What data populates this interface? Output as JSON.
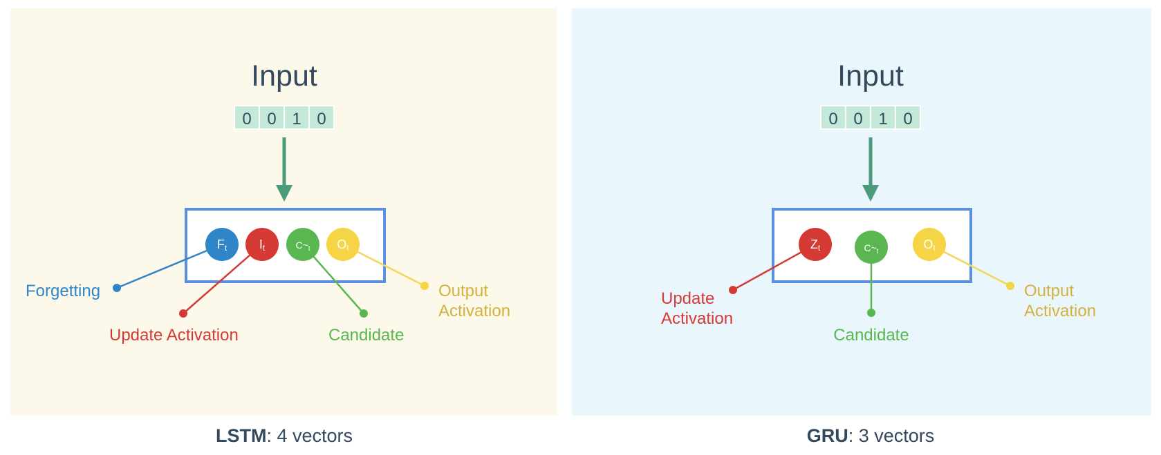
{
  "colors": {
    "lstm_bg": "#fcf9ea",
    "gru_bg": "#e9f7fc",
    "title": "#34495e",
    "cell_bg": "#c5e9d8",
    "arrow": "#4a9a7c",
    "box": "#5b8fe0",
    "blue": "#2e86c8",
    "red": "#d63a35",
    "green": "#5ab651",
    "yellow": "#f5d546",
    "yellow_text": "#d4b13f",
    "yellow_line": "#f2d75c"
  },
  "lstm": {
    "input_label": "Input",
    "input_vector": [
      "0",
      "0",
      "1",
      "0"
    ],
    "gates": [
      {
        "main": "F",
        "sub": "t",
        "color": "blue",
        "label_lines": [
          "Forgetting"
        ]
      },
      {
        "main": "I",
        "sub": "t",
        "color": "red",
        "label_lines": [
          "Update Activation"
        ]
      },
      {
        "main": "C~",
        "sub": "t",
        "color": "green",
        "label_lines": [
          "Candidate"
        ]
      },
      {
        "main": "O",
        "sub": "t",
        "color": "yellow",
        "label_lines": [
          "Output",
          "Activation"
        ]
      }
    ],
    "caption": {
      "bold": "LSTM",
      "rest": ": 4 vectors"
    }
  },
  "gru": {
    "input_label": "Input",
    "input_vector": [
      "0",
      "0",
      "1",
      "0"
    ],
    "gates": [
      {
        "main": "Z",
        "sub": "t",
        "color": "red",
        "label_lines": [
          "Update",
          "Activation"
        ]
      },
      {
        "main": "C~",
        "sub": "t",
        "color": "green",
        "label_lines": [
          "Candidate"
        ]
      },
      {
        "main": "O",
        "sub": "t",
        "color": "yellow",
        "label_lines": [
          "Output",
          "Activation"
        ]
      }
    ],
    "caption": {
      "bold": "GRU",
      "rest": ": 3 vectors"
    }
  }
}
